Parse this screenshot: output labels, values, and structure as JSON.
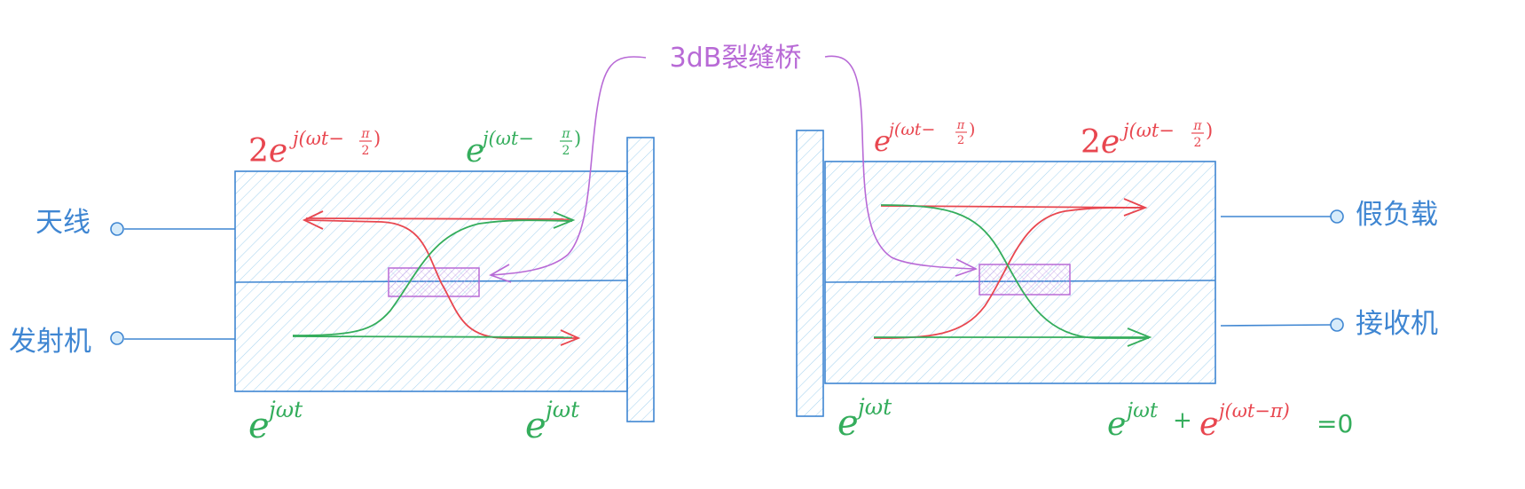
{
  "colors": {
    "blue": "#3f86d2",
    "red": "#e8464f",
    "green": "#34ad5c",
    "purple": "#b86ad6",
    "hatch_blue": "#a8d4ef",
    "hatch_purple": "#c8a6ea"
  },
  "title": "3dB裂缝桥",
  "left_ports": {
    "top": "天线",
    "bottom": "发射机"
  },
  "right_ports": {
    "top": "假负载",
    "bottom": "接收机"
  },
  "math": {
    "two": "2",
    "e": "e",
    "phase_j": "j",
    "phase_open": "(ωt−",
    "pi": "π",
    "two_den": "2",
    "phase_close": ")",
    "jwt": "jωt",
    "jwt_pi": "j(ωt−π)",
    "plus": "+",
    "equals_zero": "=0"
  }
}
